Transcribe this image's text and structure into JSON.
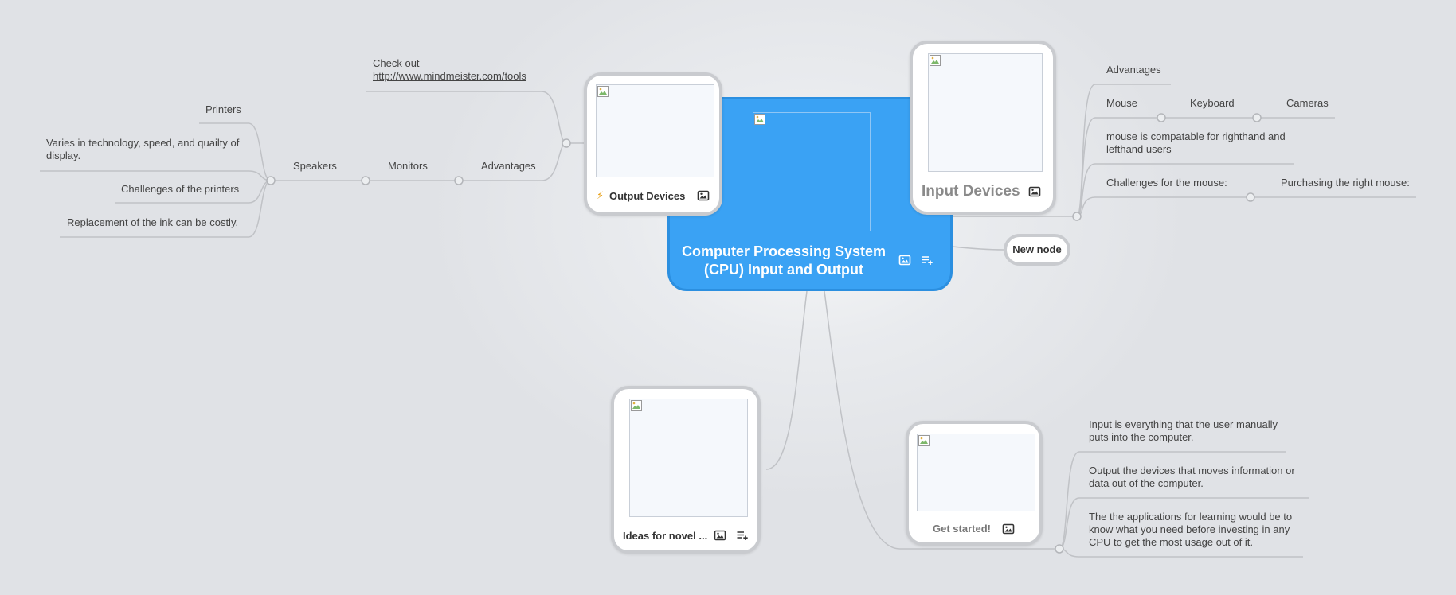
{
  "central": {
    "title_line1": "Computer Processing System",
    "title_line2": "(CPU) Input and Output"
  },
  "output_devices": {
    "title": "Output Devices",
    "icon": "lightning-icon"
  },
  "input_devices": {
    "title": "Input Devices"
  },
  "ideas": {
    "title": "Ideas for novel ..."
  },
  "get_started": {
    "title": "Get started!"
  },
  "new_node": {
    "label": "New node"
  },
  "output_branch": {
    "check_out": "Check out",
    "link": "http://www.mindmeister.com/tools",
    "advantages": "Advantages",
    "monitors": "Monitors",
    "speakers": "Speakers",
    "printers": "Printers",
    "varies": "Varies in technology, speed, and quailty of display.",
    "challenges": "Challenges of the printers",
    "ink": "Replacement of the ink can be costly."
  },
  "input_branch": {
    "advantages": "Advantages",
    "mouse": "Mouse",
    "keyboard": "Keyboard",
    "cameras": "Cameras",
    "compatible": "mouse is compatable for righthand and lefthand users",
    "challenges_mouse": "Challenges for the mouse:",
    "purchasing": "Purchasing the right mouse:"
  },
  "get_started_branch": {
    "input_def": "Input is everything that the user manually puts into the computer.",
    "output_def": "Output the devices that moves information or data out of the computer.",
    "applications": "The the applications for learning would be to know what you need before investing in any CPU to get the most usage out of it."
  },
  "colors": {
    "central": "#3aa2f4",
    "link_line": "#c0c2c6",
    "node_border": "#c9cbcf"
  }
}
